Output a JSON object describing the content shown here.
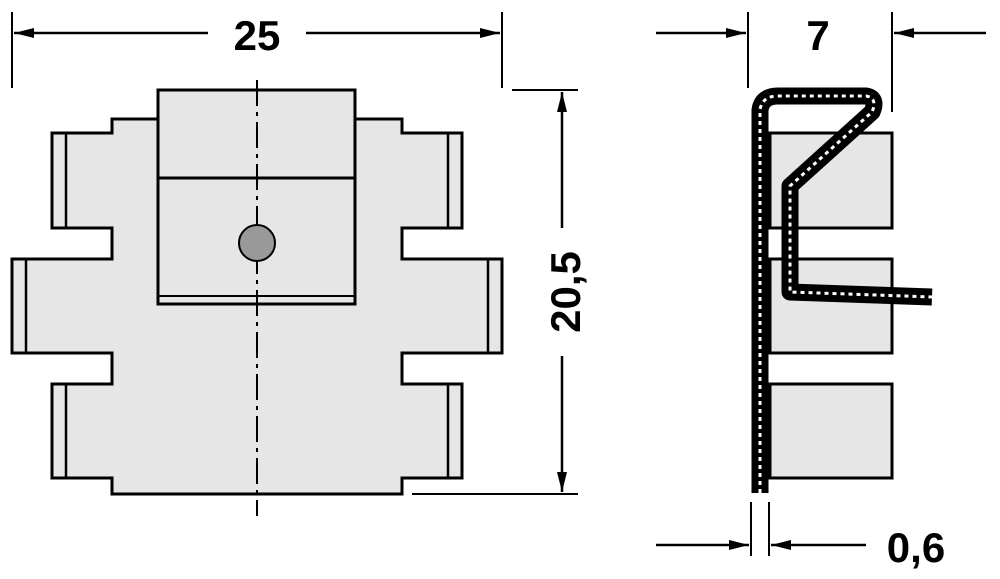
{
  "dimensions": {
    "width": "25",
    "height": "20,5",
    "depth": "7",
    "thickness": "0,6"
  },
  "colors": {
    "fill": "#e6e6e6",
    "stroke": "#000000",
    "hole": "#999999"
  }
}
